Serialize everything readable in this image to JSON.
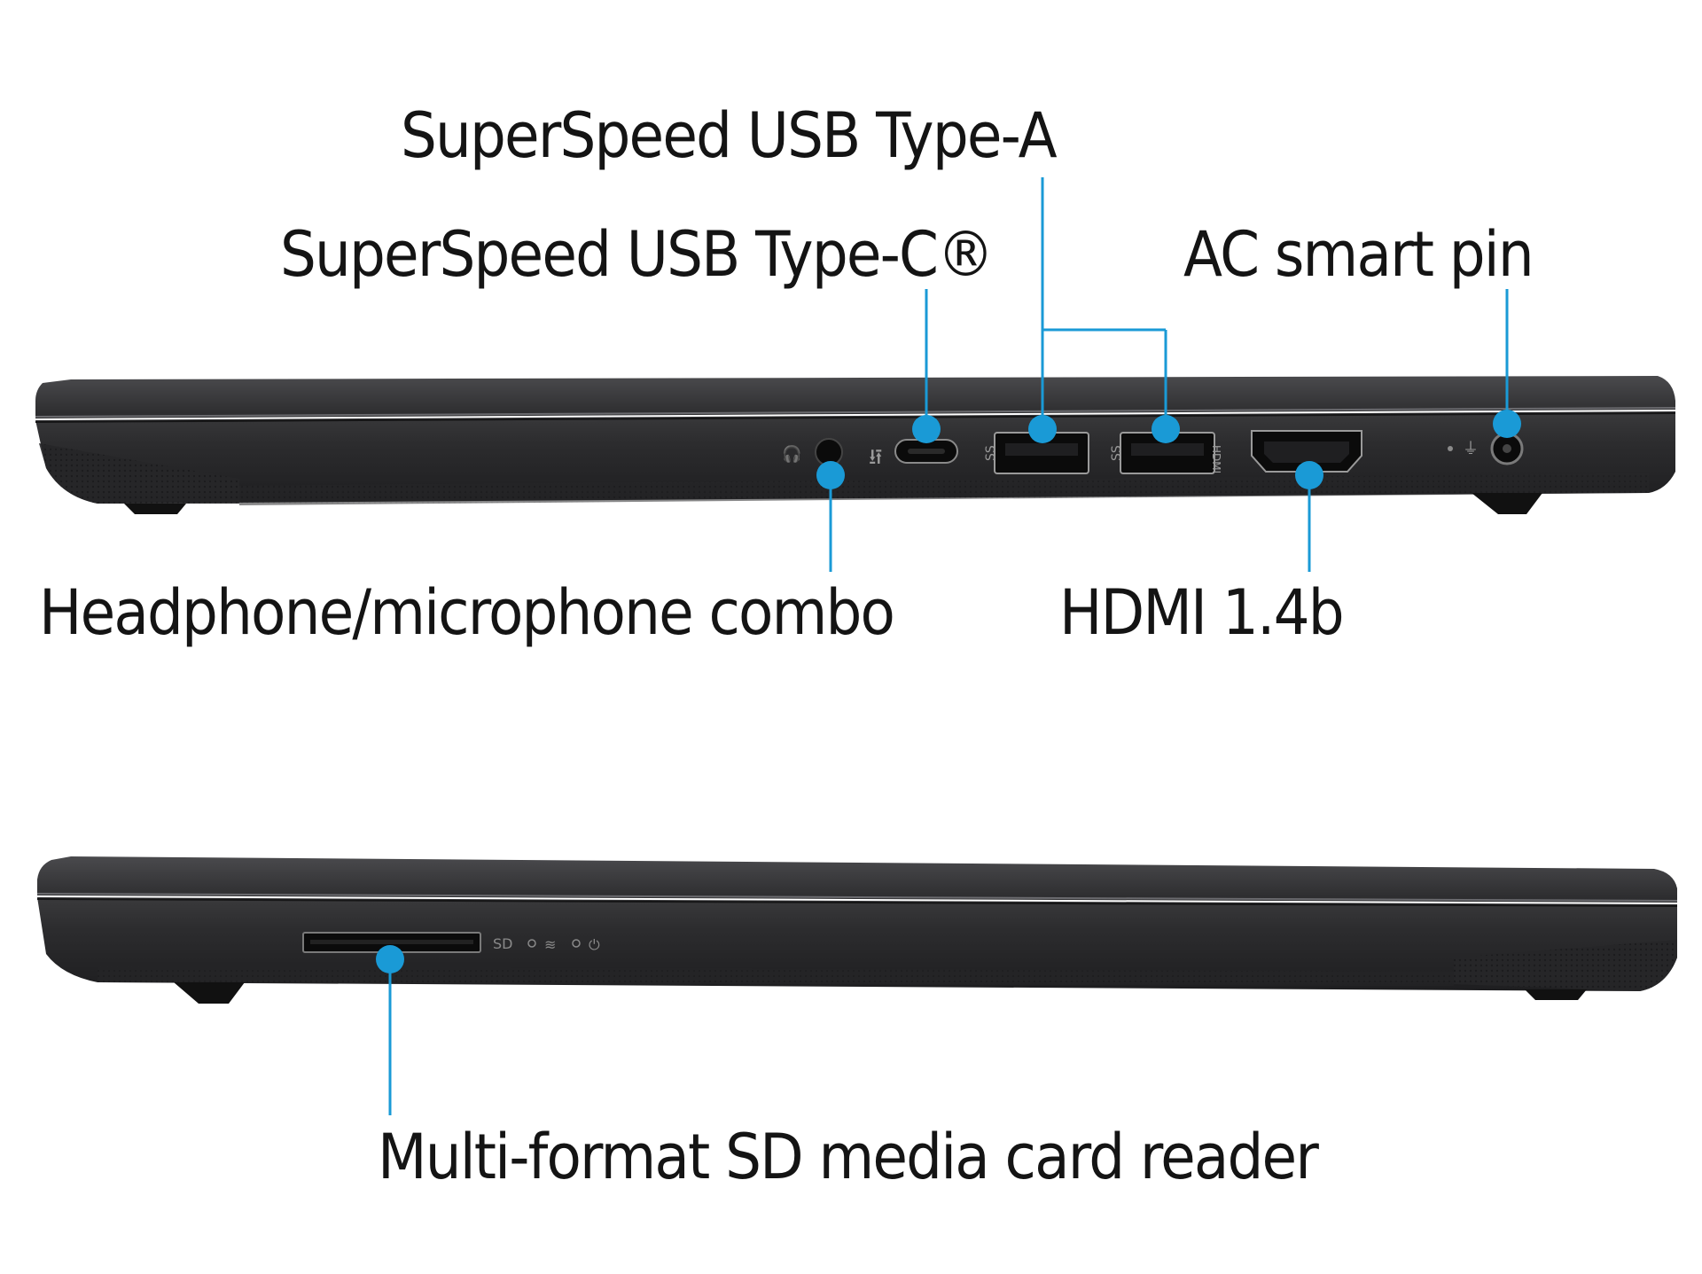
{
  "labels": {
    "usb_a": "SuperSpeed USB Type-A",
    "usb_c": "SuperSpeed USB Type-C®",
    "ac_pin": "AC smart pin",
    "headphone": "Headphone/microphone combo",
    "hdmi": "HDMI 1.4b",
    "sd_reader": "Multi-format SD media card reader"
  },
  "port_markings": {
    "ss_a1": "SS",
    "ss_a2": "SS",
    "hdmi_mark": "HDMI",
    "sd_mark": "SD"
  },
  "colors": {
    "callout": "#1a9ad6",
    "chassis": "#2b2b2d",
    "label_text": "#141414"
  }
}
